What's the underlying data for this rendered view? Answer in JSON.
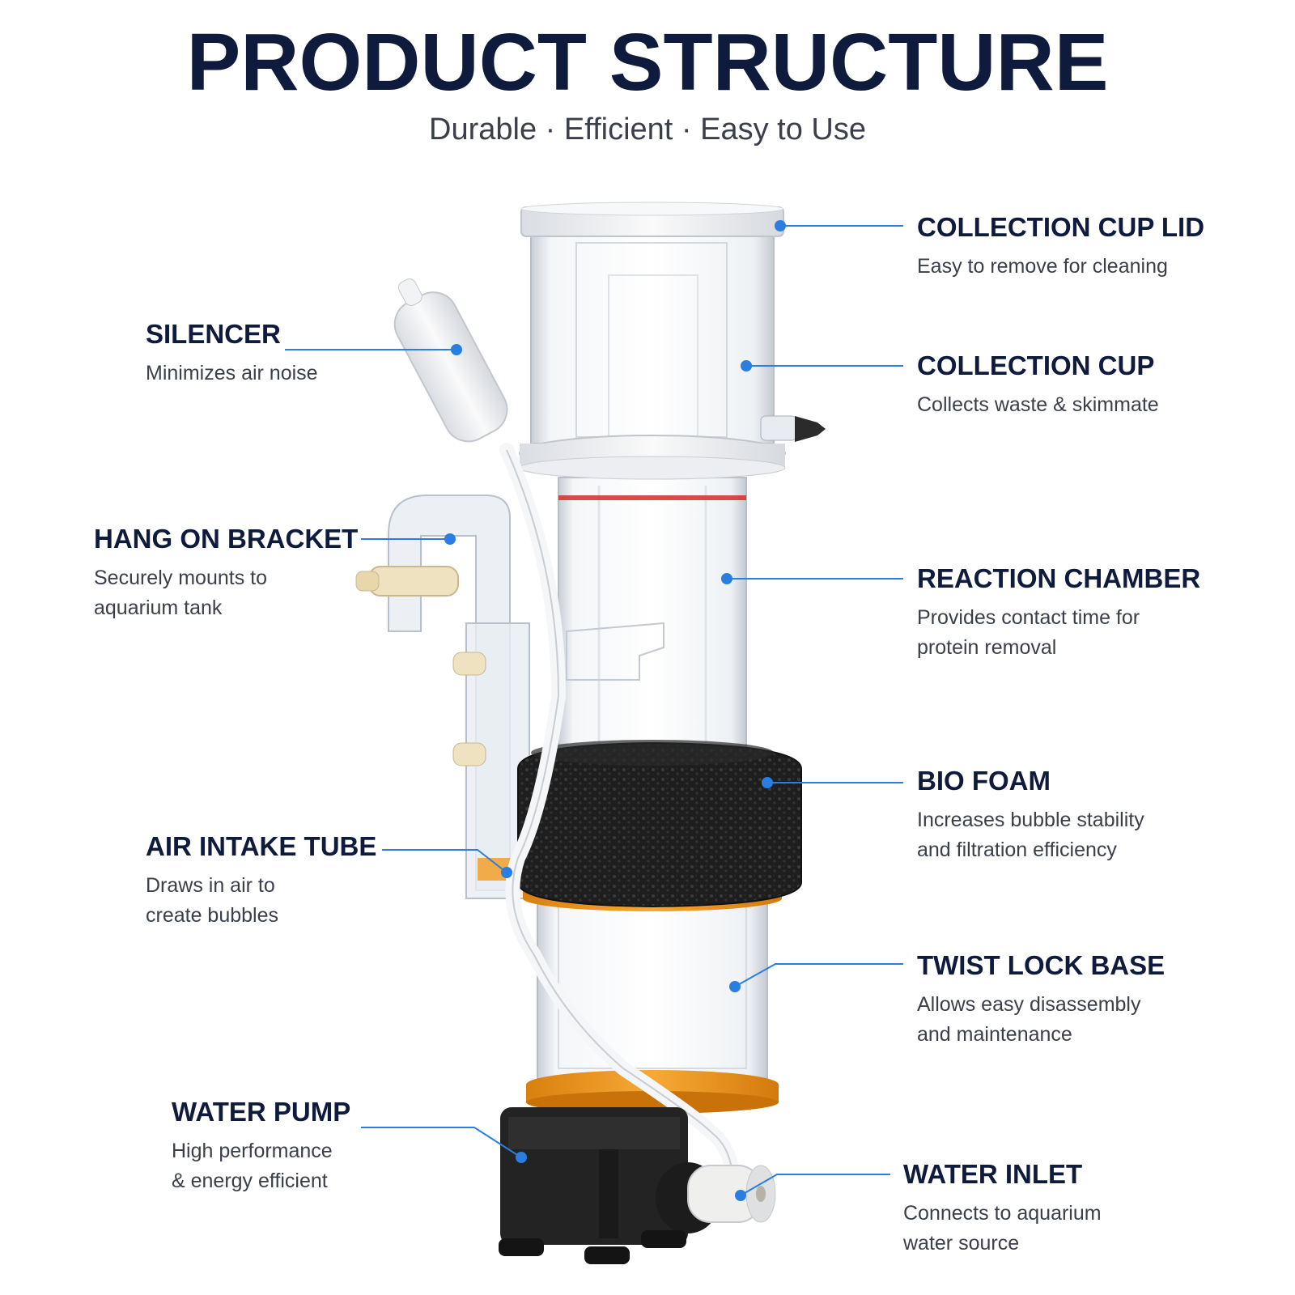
{
  "header": {
    "title": "PRODUCT STRUCTURE",
    "subtitle": "Durable · Efficient · Easy to Use"
  },
  "colors": {
    "accent": "#2a7de1",
    "heading": "#0f1b3d",
    "text": "#3a3f4a",
    "foam": "#1c1c1c",
    "base_ring": "#f39a1e",
    "pump": "#1e1e1e"
  },
  "callouts": {
    "collection_cup_lid": {
      "title": "COLLECTION CUP LID",
      "lines": [
        "Easy to remove for cleaning"
      ]
    },
    "collection_cup": {
      "title": "COLLECTION CUP",
      "lines": [
        "Collects waste & skimmate"
      ]
    },
    "reaction_chamber": {
      "title": "REACTION CHAMBER",
      "lines": [
        "Provides contact time for",
        "protein removal"
      ]
    },
    "bio_foam": {
      "title": "BIO FOAM",
      "lines": [
        "Increases bubble stability",
        "and filtration efficiency"
      ]
    },
    "twist_lock_base": {
      "title": "TWIST LOCK BASE",
      "lines": [
        "Allows easy disassembly",
        "and maintenance"
      ]
    },
    "water_inlet": {
      "title": "WATER INLET",
      "lines": [
        "Connects to aquarium",
        "water source"
      ]
    },
    "silencer": {
      "title": "SILENCER",
      "lines": [
        "Minimizes air noise"
      ]
    },
    "hang_on_bracket": {
      "title": "HANG ON BRACKET",
      "lines": [
        "Securely mounts to",
        "aquarium tank"
      ]
    },
    "air_intake_tube": {
      "title": "AIR INTAKE TUBE",
      "lines": [
        "Draws in air to",
        "create bubbles"
      ]
    },
    "water_pump": {
      "title": "WATER PUMP",
      "lines": [
        "High performance",
        "& energy efficient"
      ]
    }
  }
}
